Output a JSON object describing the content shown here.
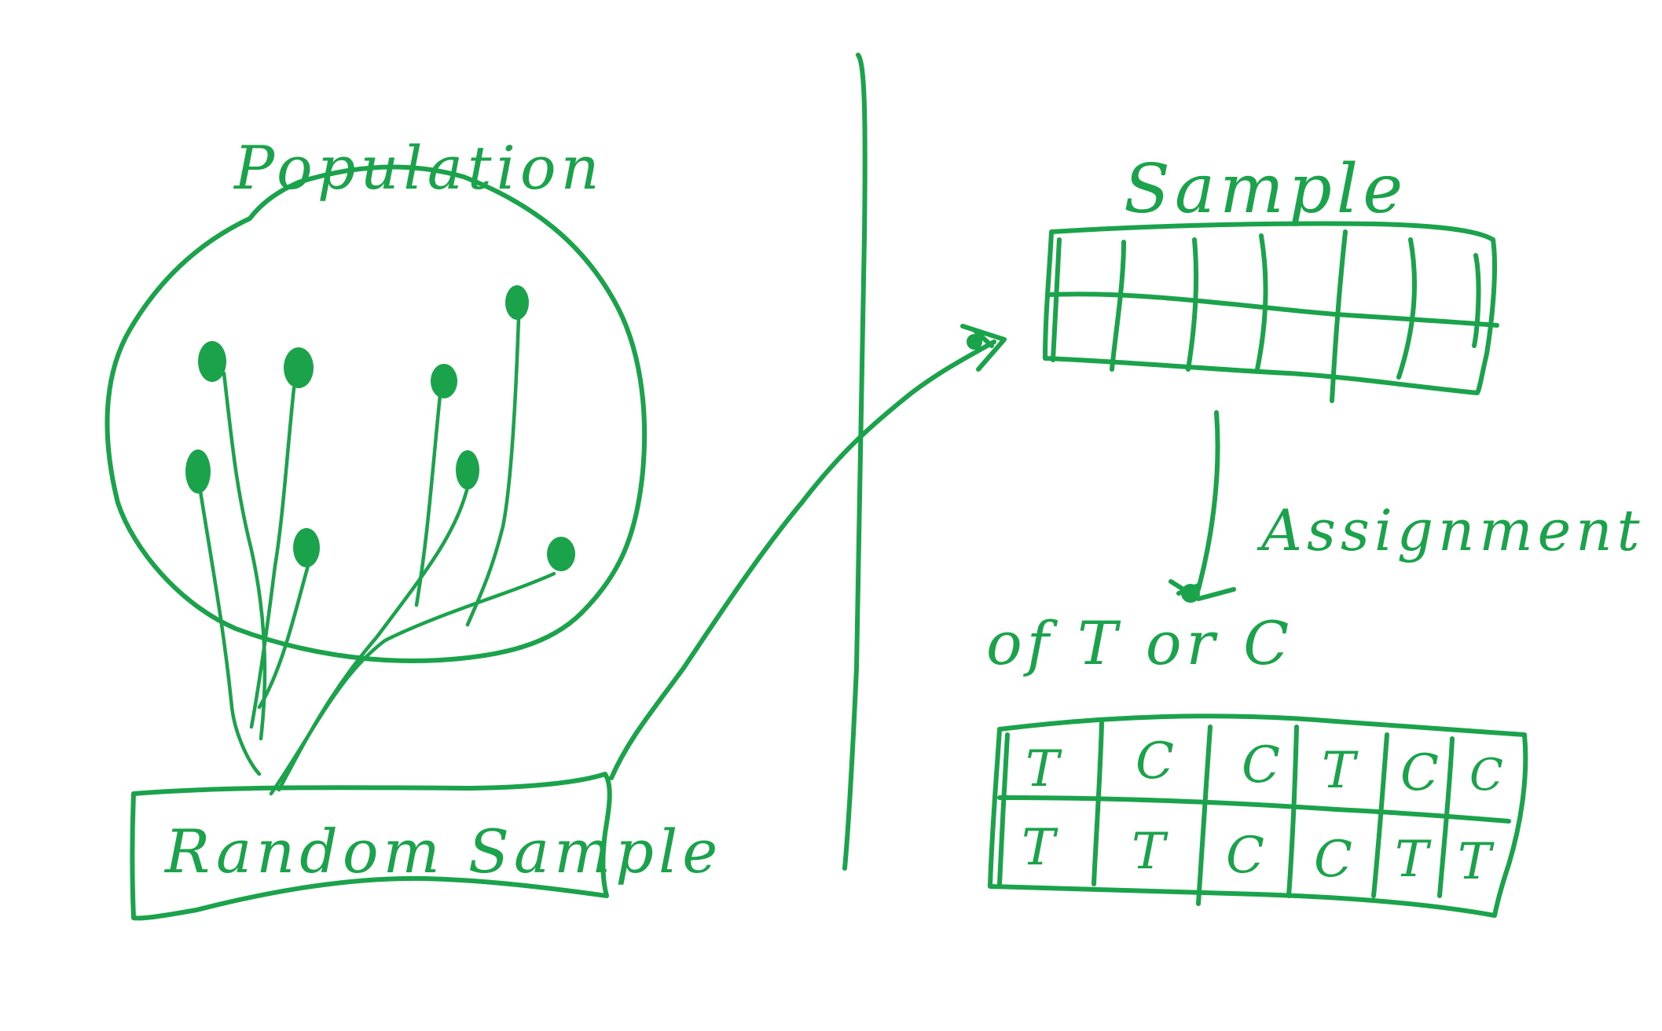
{
  "ink_color": "#1aa34a",
  "labels": {
    "population": "Population",
    "random_sample": "Random Sample",
    "sample": "Sample",
    "assignment_line1": "Assignment",
    "assignment_line2": "of T or C"
  },
  "assignment_grid": {
    "row1": [
      "T",
      "C",
      "C",
      "T",
      "C",
      "C"
    ],
    "row2": [
      "T",
      "T",
      "C",
      "C",
      "T",
      "T"
    ]
  },
  "icons": {
    "population_dots": "dot-icon",
    "arrow_head": "arrow-head-icon"
  }
}
